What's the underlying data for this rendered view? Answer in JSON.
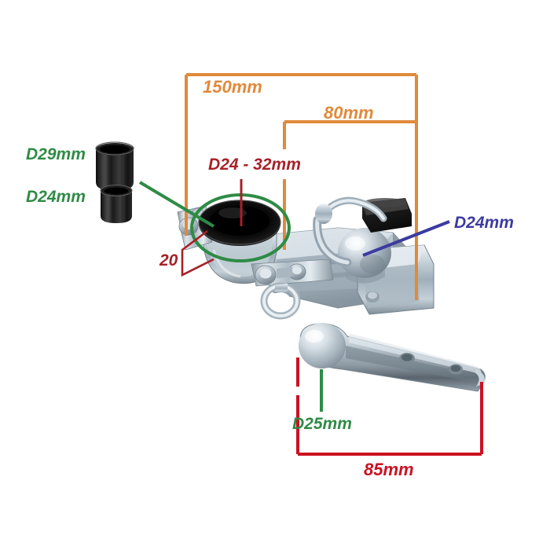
{
  "diagram": {
    "title": "Trailer coupling hitch dimension diagram",
    "background_color": "#ffffff"
  },
  "colors": {
    "orange": "#E08A3C",
    "green": "#2E8B45",
    "dark_red": "#A82028",
    "red": "#CC1122",
    "navy": "#3B3BA0",
    "steel_light": "#E7ECF0",
    "steel_mid": "#B9C4CC",
    "steel_dark": "#7C8A95",
    "black_part": "#1C1C1C"
  },
  "annotations": [
    {
      "id": "len-150",
      "text": "150mm",
      "color": "#E08A3C",
      "kind": "horizontal-dimension"
    },
    {
      "id": "len-80",
      "text": "80mm",
      "color": "#E08A3C",
      "kind": "horizontal-dimension"
    },
    {
      "id": "bush-29",
      "text": "D29mm",
      "color": "#2E8B45",
      "kind": "part-callout"
    },
    {
      "id": "bush-24",
      "text": "D24mm",
      "color": "#2E8B45",
      "kind": "part-callout"
    },
    {
      "id": "bore-24-32",
      "text": "D24 - 32mm",
      "color": "#A82028",
      "kind": "bore-callout"
    },
    {
      "id": "thick-20",
      "text": "20",
      "color": "#A82028",
      "kind": "thickness-callout"
    },
    {
      "id": "ball-24",
      "text": "D24mm",
      "color": "#3B3BA0",
      "kind": "ball-shank-callout"
    },
    {
      "id": "pin-25",
      "text": "D25mm",
      "color": "#2E8B45",
      "kind": "pin-diameter-callout"
    },
    {
      "id": "pin-85",
      "text": "85mm",
      "color": "#CC1122",
      "kind": "horizontal-dimension"
    }
  ],
  "parts": {
    "bushing_large": "black-bushing-29mm",
    "bushing_small": "black-bushing-24mm",
    "collar_clamp": "hitch-collar-clamp",
    "tow_ball": "tow-ball",
    "ball_cap": "black-ball-cap",
    "eye_bolt": "eye-bolt-ring",
    "hitch_pin": "hitch-pin-shank"
  }
}
